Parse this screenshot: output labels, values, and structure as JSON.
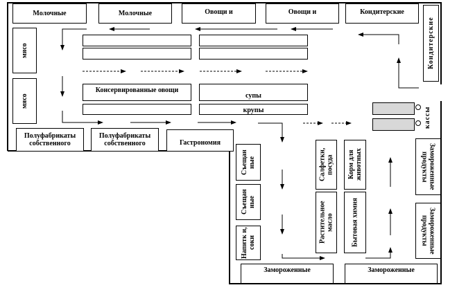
{
  "top_row": [
    "Молочные",
    "Молочные",
    "Овощи и",
    "Овощи и",
    "Кондитерские"
  ],
  "left_column": [
    "мясо",
    "мясо"
  ],
  "right_top": "Кондитерские",
  "center_shelves": {
    "canned": "Консервированные овощи",
    "soups": "супы",
    "grains": "крупы"
  },
  "bottom_left": [
    "Полуфабрикаты собственного",
    "Полуфабрикаты собственного",
    "Гастрономия"
  ],
  "checkout": "кассы",
  "lower_left_column": [
    "Съещан ные",
    "Съещан ные",
    "Напитк и, соки"
  ],
  "lower_middle": [
    "Салфетки, посуда",
    "Корм для животных",
    "Растительное масло",
    "Бытовая химия"
  ],
  "right_lower": [
    "Замороженные продукты",
    "Замороженные продукты"
  ],
  "bottom_row": [
    "Замороженные",
    "Замороженные"
  ],
  "colors": {
    "lines": "#000000",
    "checkout_counter": "#d8d8d8"
  }
}
